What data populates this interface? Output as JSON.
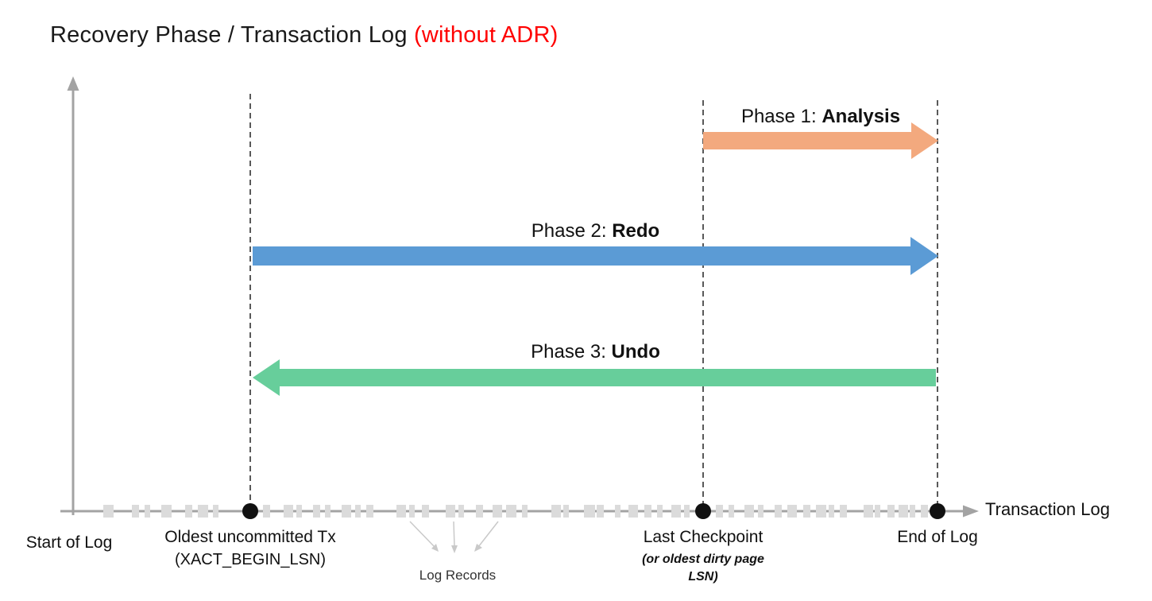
{
  "title": {
    "main": "Recovery Phase / Transaction Log ",
    "suffix": "(without ADR)"
  },
  "phases": [
    {
      "prefix": "Phase 1: ",
      "name": "Analysis",
      "color": "#F3A97E",
      "direction": "right",
      "from": "Last Checkpoint",
      "to": "End of Log"
    },
    {
      "prefix": "Phase 2: ",
      "name": "Redo",
      "color": "#5B9BD5",
      "direction": "right",
      "from": "Oldest uncommitted Tx",
      "to": "End of Log"
    },
    {
      "prefix": "Phase 3: ",
      "name": "Undo",
      "color": "#67CE9B",
      "direction": "left",
      "from": "End of Log",
      "to": "Oldest uncommitted Tx"
    }
  ],
  "axis": {
    "x_label": "Transaction Log"
  },
  "timeline": {
    "markers": [
      {
        "label": "Start of Log"
      },
      {
        "label": "Oldest uncommitted Tx",
        "sublabel": "(XACT_BEGIN_LSN)"
      },
      {
        "label": "Last Checkpoint",
        "sublabel": "(or oldest dirty page LSN)"
      },
      {
        "label": "End of Log"
      }
    ],
    "log_records_label": "Log Records",
    "log_records": [
      [
        130,
        13
      ],
      [
        166,
        9
      ],
      [
        182,
        7
      ],
      [
        203,
        13
      ],
      [
        233,
        9
      ],
      [
        249,
        13
      ],
      [
        268,
        7
      ],
      [
        331,
        9
      ],
      [
        357,
        12
      ],
      [
        373,
        7
      ],
      [
        394,
        9
      ],
      [
        409,
        7
      ],
      [
        430,
        12
      ],
      [
        447,
        7
      ],
      [
        461,
        9
      ],
      [
        499,
        12
      ],
      [
        515,
        7
      ],
      [
        531,
        9
      ],
      [
        561,
        12
      ],
      [
        577,
        7
      ],
      [
        599,
        9
      ],
      [
        620,
        12
      ],
      [
        637,
        13
      ],
      [
        657,
        7
      ],
      [
        694,
        12
      ],
      [
        709,
        7
      ],
      [
        735,
        14
      ],
      [
        751,
        9
      ],
      [
        774,
        7
      ],
      [
        791,
        12
      ],
      [
        811,
        9
      ],
      [
        827,
        7
      ],
      [
        845,
        12
      ],
      [
        861,
        7
      ],
      [
        901,
        9
      ],
      [
        917,
        7
      ],
      [
        937,
        12
      ],
      [
        954,
        7
      ],
      [
        975,
        9
      ],
      [
        991,
        12
      ],
      [
        1011,
        9
      ],
      [
        1027,
        13
      ],
      [
        1043,
        7
      ],
      [
        1057,
        9
      ],
      [
        1087,
        12
      ],
      [
        1101,
        7
      ],
      [
        1117,
        9
      ],
      [
        1131,
        12
      ],
      [
        1145,
        7
      ],
      [
        1159,
        9
      ]
    ]
  },
  "colors": {
    "title_accent_red": "#FF0000",
    "axis_gray": "#A3A3A3",
    "dashed_line": "#595959",
    "timeline_dot": "#111111",
    "log_record": "#DBDBDB",
    "annotation_gray": "#C9C9C9"
  }
}
